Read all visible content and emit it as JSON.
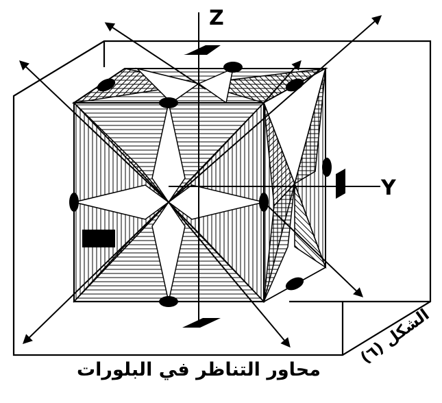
{
  "axes": {
    "z_label": "Z",
    "y_label": "Y"
  },
  "figure_label": "الشكل (٦)",
  "caption": "محاور التناظر في البلورات",
  "colors": {
    "ink": "#000000",
    "paper": "#ffffff"
  }
}
